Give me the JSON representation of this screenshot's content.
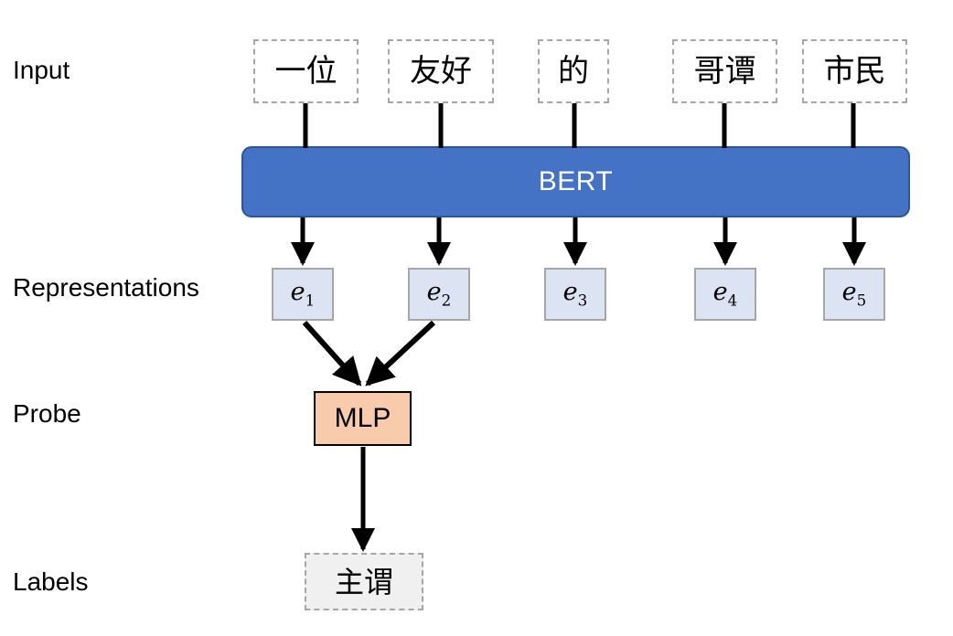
{
  "figure": {
    "title": "BERT probing pipeline diagram",
    "background": "#ffffff"
  },
  "colors": {
    "bert_fill": "#4472C4",
    "bert_stroke": "#2F5597",
    "bert_text": "#ffffff",
    "representation_fill": "#DCE4F3",
    "representation_stroke": "#a6a6a6",
    "probe_fill": "#F8CBAD",
    "probe_stroke": "#000000",
    "label_fill": "#F0F0F0",
    "label_stroke": "#a6a6a6",
    "token_stroke": "#a6a6a6",
    "arrow": "#000000",
    "text": "#000000"
  },
  "rows": [
    {
      "key": "input",
      "label": "Input"
    },
    {
      "key": "representations",
      "label": "Representations"
    },
    {
      "key": "probe",
      "label": "Probe"
    },
    {
      "key": "labels",
      "label": "Labels"
    }
  ],
  "input": {
    "tokens": [
      {
        "text": "一位"
      },
      {
        "text": "友好"
      },
      {
        "text": "的"
      },
      {
        "text": "哥谭"
      },
      {
        "text": "市民"
      }
    ]
  },
  "encoder": {
    "name": "BERT"
  },
  "representations": {
    "items": [
      {
        "symbol": "e",
        "subscript": "1"
      },
      {
        "symbol": "e",
        "subscript": "2"
      },
      {
        "symbol": "e",
        "subscript": "3"
      },
      {
        "symbol": "e",
        "subscript": "4"
      },
      {
        "symbol": "e",
        "subscript": "5"
      }
    ]
  },
  "probe": {
    "name": "MLP",
    "inputs_from": [
      "e1",
      "e2"
    ]
  },
  "output_label": {
    "text": "主谓"
  }
}
